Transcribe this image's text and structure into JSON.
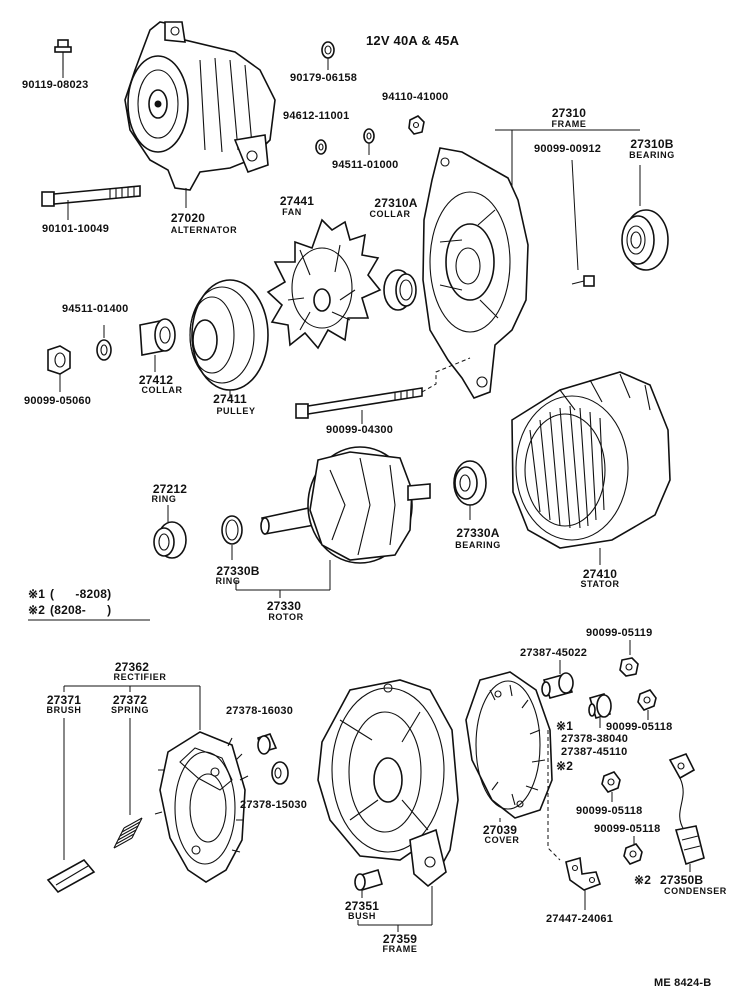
{
  "title": "12V 40A & 45A",
  "footer": "ME 8424-B",
  "notes": {
    "n1_mark": "※1",
    "n1_range": "(      -8208)",
    "n2_mark": "※2",
    "n2_range": "(8208-      )"
  },
  "parts": {
    "p90119_08023": "90119-08023",
    "p90179_06158": "90179-06158",
    "p94612_11001": "94612-11001",
    "p94110_41000": "94110-41000",
    "p94511_01000": "94511-01000",
    "p27310": "27310",
    "n27310": "FRAME",
    "p90099_00912": "90099-00912",
    "p27310B": "27310B",
    "n27310B": "BEARING",
    "p27020": "27020",
    "n27020": "ALTERNATOR",
    "p90101_10049": "90101-10049",
    "p27441": "27441",
    "n27441": "FAN",
    "p27310A": "27310A",
    "n27310A": "COLLAR",
    "p94511_01400": "94511-01400",
    "p90099_05060": "90099-05060",
    "p27412": "27412",
    "n27412": "COLLAR",
    "p27411": "27411",
    "n27411": "PULLEY",
    "p90099_04300": "90099-04300",
    "p27212": "27212",
    "n27212": "RING",
    "p27330B": "27330B",
    "n27330B": "RING",
    "p27330": "27330",
    "n27330": "ROTOR",
    "p27330A": "27330A",
    "n27330A": "BEARING",
    "p27410": "27410",
    "n27410": "STATOR",
    "p90099_05119": "90099-05119",
    "p27362": "27362",
    "n27362": "RECTIFIER",
    "p27387_45022": "27387-45022",
    "p27371": "27371",
    "n27371": "BRUSH",
    "p27372": "27372",
    "n27372": "SPRING",
    "p27378_16030": "27378-16030",
    "p90099_05118a": "90099-05118",
    "p27378_38040": "27378-38040",
    "p27387_45110": "27387-45110",
    "mark1": "※1",
    "mark2": "※2",
    "p27378_15030": "27378-15030",
    "p90099_05118b": "90099-05118",
    "p27039": "27039",
    "n27039": "COVER",
    "p90099_05118c": "90099-05118",
    "mark2b": "※2",
    "p27350B": "27350B",
    "n27350B": "CONDENSER",
    "p27351": "27351",
    "n27351": "BUSH",
    "p27447_24061": "27447-24061",
    "p27359": "27359",
    "n27359": "FRAME"
  }
}
